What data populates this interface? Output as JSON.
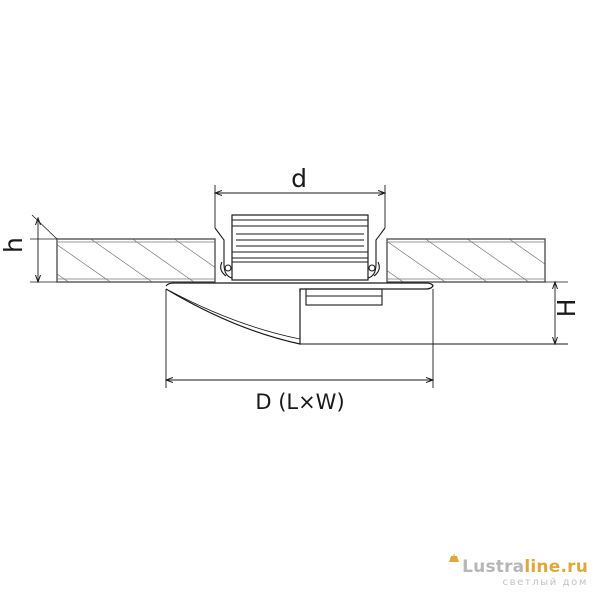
{
  "labels": {
    "cutout_diameter": "d",
    "ceiling_thickness": "h",
    "overall_diameter": "D (L×W)",
    "fixture_height": "H"
  },
  "watermark": {
    "brand_main": "Lustra",
    "brand_accent": "line.ru",
    "tagline": "светлый дом",
    "icon": "lamp-icon"
  },
  "colors": {
    "line": "#1a1a1a",
    "hatch_slab": "#555555",
    "brand_accent": "#e0a83a",
    "watermark_grey": "#b7b7b7"
  }
}
